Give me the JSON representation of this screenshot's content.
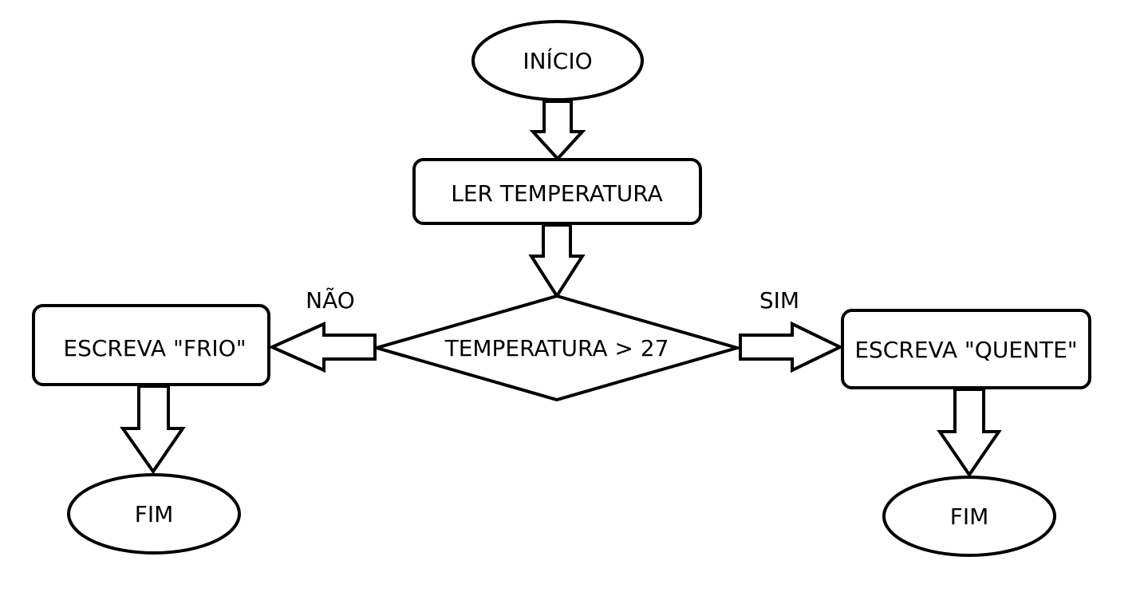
{
  "nodes": {
    "start": {
      "label": "INÍCIO"
    },
    "read": {
      "label": "LER TEMPERATURA"
    },
    "decision": {
      "label": "TEMPERATURA > 27"
    },
    "write_cold": {
      "label": "ESCREVA \"FRIO\""
    },
    "write_hot": {
      "label": "ESCREVA \"QUENTE\""
    },
    "end_left": {
      "label": "FIM"
    },
    "end_right": {
      "label": "FIM"
    }
  },
  "branches": {
    "no": "NÃO",
    "yes": "SIM"
  },
  "colors": {
    "stroke": "#000000",
    "fill": "#ffffff",
    "text": "#000000"
  }
}
